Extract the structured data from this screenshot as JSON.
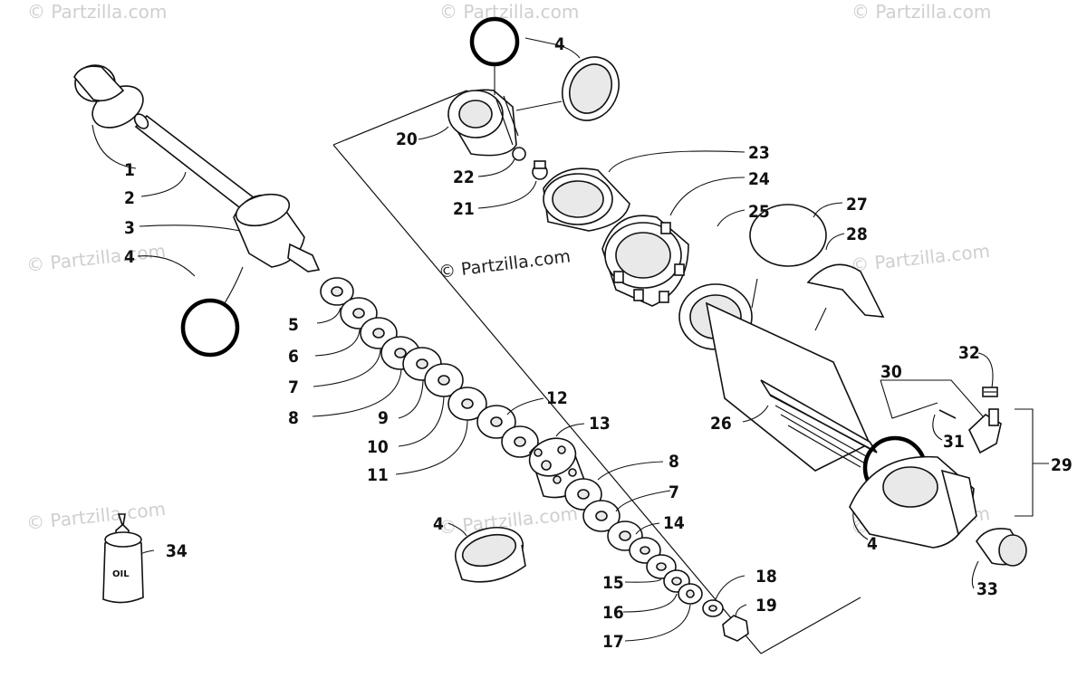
{
  "colors": {
    "ink": "#111111",
    "watermark": "#cfcfcf",
    "background": "#ffffff"
  },
  "watermark": {
    "text": "© Partzilla.com"
  },
  "oil_bottle": {
    "text": "OIL"
  },
  "callouts": {
    "c1": "1",
    "c2": "2",
    "c3": "3",
    "c4a": "4",
    "c4b": "4",
    "c4c": "4",
    "c4d": "4",
    "c5": "5",
    "c6": "6",
    "c7a": "7",
    "c7b": "7",
    "c8a": "8",
    "c8b": "8",
    "c9": "9",
    "c10": "10",
    "c11": "11",
    "c12": "12",
    "c13": "13",
    "c14": "14",
    "c15": "15",
    "c16": "16",
    "c17": "17",
    "c18": "18",
    "c19": "19",
    "c20": "20",
    "c21": "21",
    "c22": "22",
    "c23": "23",
    "c24": "24",
    "c25": "25",
    "c26": "26",
    "c27": "27",
    "c28": "28",
    "c29": "29",
    "c30": "30",
    "c31": "31",
    "c32": "32",
    "c33": "33",
    "c34": "34"
  }
}
